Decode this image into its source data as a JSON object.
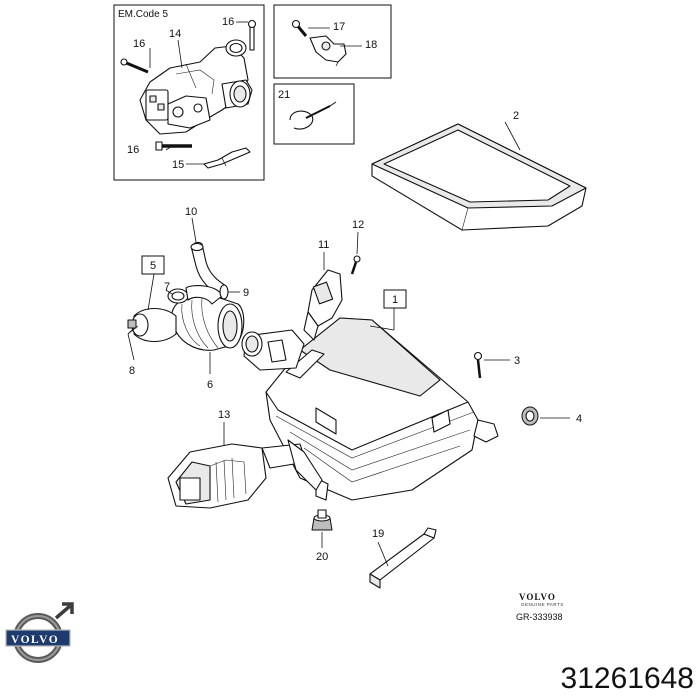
{
  "diagram": {
    "em_code_label": "EM.Code 5",
    "part_labels": {
      "p1": "1",
      "p2": "2",
      "p3": "3",
      "p4": "4",
      "p5": "5",
      "p6": "6",
      "p7": "7",
      "p8": "8",
      "p9": "9",
      "p10": "10",
      "p11": "11",
      "p12": "12",
      "p13": "13",
      "p14": "14",
      "p15": "15",
      "p16a": "16",
      "p16b": "16",
      "p16c": "16",
      "p17": "17",
      "p18": "18",
      "p19": "19",
      "p20": "20",
      "p21": "21"
    },
    "brand": "VOLVO",
    "brand_sub": "GENUINE PARTS",
    "reference": "GR-333938",
    "logo_text": "VOLVO",
    "part_number": "31261648"
  },
  "colors": {
    "line": "#111111",
    "fill": "#ffffff",
    "shade": "#e9e9e9"
  }
}
